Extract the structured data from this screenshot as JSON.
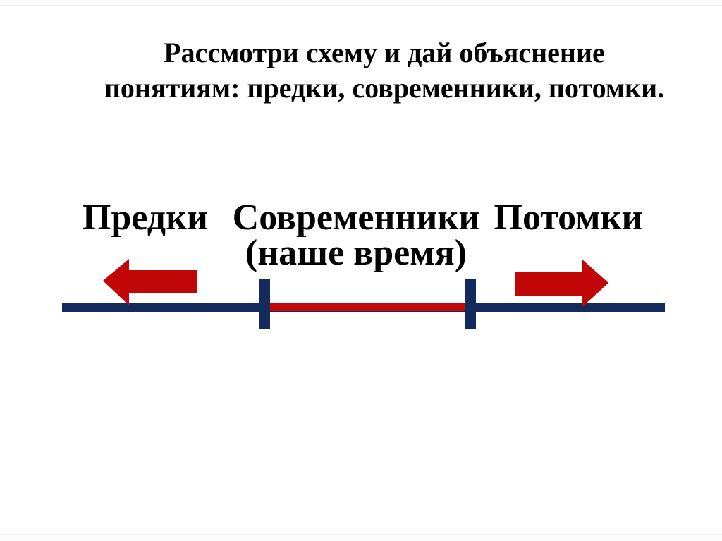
{
  "slide": {
    "title": {
      "line1": "Рассмотри схему и дай объяснение",
      "line2": "понятиям: предки, современники, потомки."
    },
    "labels": {
      "past": "Предки",
      "present": "Современники",
      "present_sub": "(наше время)",
      "future": "Потомки"
    },
    "colors": {
      "arrow_red": "#C00606",
      "timeline_navy": "#152A5C",
      "text_black": "#000000",
      "background": "#FFFFFF"
    }
  }
}
